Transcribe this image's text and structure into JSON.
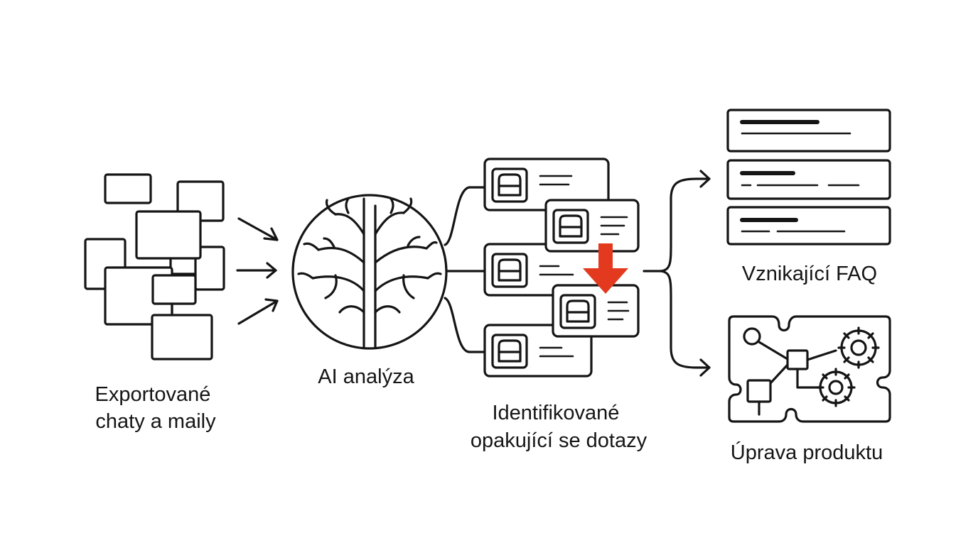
{
  "labels": {
    "source": [
      "Exportované",
      "chaty a maily"
    ],
    "analysis": "AI analýza",
    "identified": [
      "Identifikované",
      "opakující se dotazy"
    ],
    "faq": "Vznikající FAQ",
    "product": "Úprava produktu"
  },
  "icons": {
    "source": "stacked-message-boxes-icon",
    "analysis": "brain-tree-circle-icon",
    "identified": "question-cards-icon",
    "faq": "faq-list-icon",
    "product": "gears-circuit-icon",
    "highlight": "down-arrow-icon"
  },
  "colors": {
    "stroke": "#151515",
    "accent": "#e33a1f",
    "background": "#ffffff"
  }
}
